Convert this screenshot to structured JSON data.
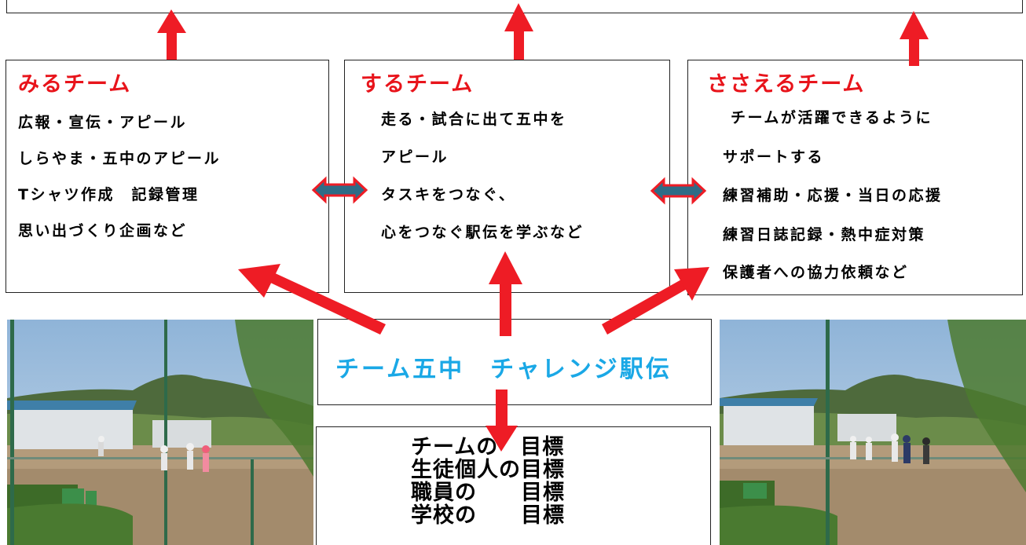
{
  "teams": [
    {
      "title": "みるチーム",
      "lines": [
        "広報・宣伝・アピール",
        "しらやま・五中のアピール",
        "Tシャツ作成　記録管理",
        "思い出づくり企画など"
      ]
    },
    {
      "title": "するチーム",
      "lines": [
        "走る・試合に出て五中を",
        "アピール",
        "タスキをつなぐ、",
        "心をつなぐ駅伝を学ぶなど"
      ]
    },
    {
      "title": "ささえるチーム",
      "lines": [
        "チームが活躍できるように",
        "サポートする",
        "練習補助・応援・当日の応援",
        "練習日誌記録・熱中症対策",
        "保護者への協力依頼など"
      ]
    }
  ],
  "center_title": "チーム五中　チャレンジ駅伝",
  "goals": [
    "チームの　目標",
    "生徒個人の目標",
    "職員の　　目標",
    "学校の　　目標"
  ],
  "colors": {
    "team_title": "#e8141b",
    "center_title": "#1aa8e6",
    "arrow": "#ee1c25",
    "double_arrow_fill": "#2e6c86",
    "double_arrow_stroke": "#ee1c25"
  }
}
